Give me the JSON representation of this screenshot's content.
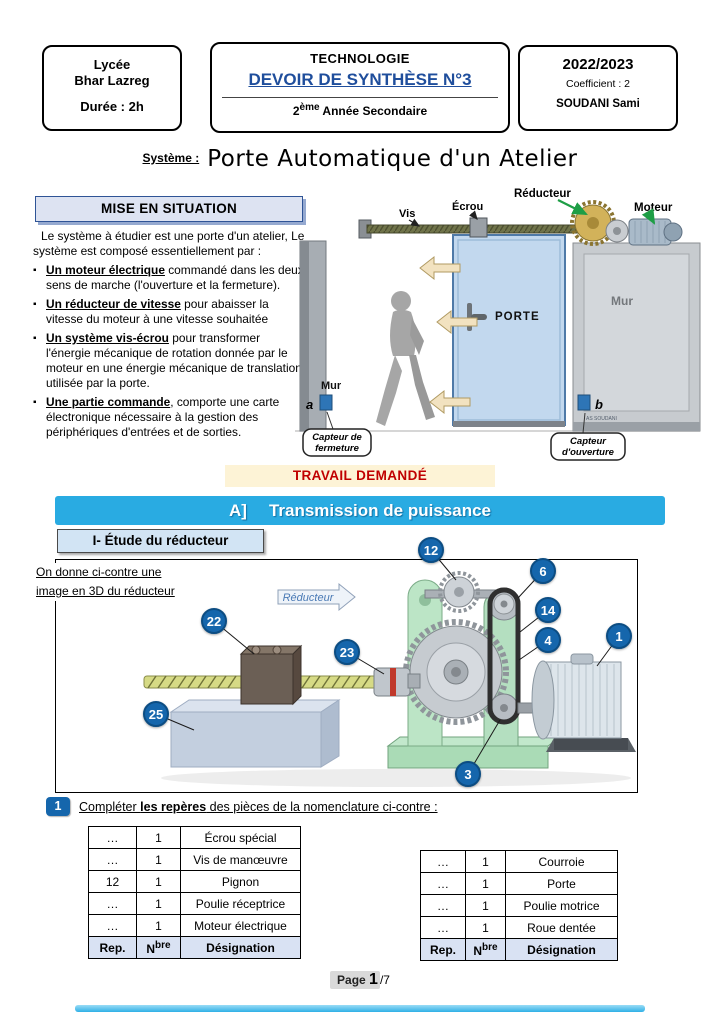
{
  "header": {
    "school": {
      "line1": "Lycée",
      "line2": "Bhar Lazreg",
      "duration": "Durée : 2h"
    },
    "subject": {
      "discipline": "TECHNOLOGIE",
      "title": "DEVOIR DE SYNTHÈSE N°3",
      "grade_pre": "2",
      "grade_sup": "ème",
      "grade_post": " Année Secondaire"
    },
    "meta": {
      "year": "2022/2023",
      "coefficient": "Coefficient : 2",
      "teacher": "SOUDANI Sami"
    }
  },
  "system_line": {
    "label": "Système :",
    "title": "Porte Automatique d'un Atelier"
  },
  "mise_en_situation": {
    "heading": "MISE EN SITUATION",
    "intro": "Le système à étudier est une porte d'un atelier, Le système est composé essentiellement par :",
    "bullets": [
      {
        "lead": "Un moteur électrique",
        "rest": " commandé dans les deux sens de marche (l'ouverture et la fermeture)."
      },
      {
        "lead": "Un réducteur de vitesse",
        "rest": " pour abaisser la vitesse du moteur à une vitesse souhaitée"
      },
      {
        "lead": "Un système vis-écrou",
        "rest": " pour transformer l'énergie mécanique de rotation donnée par le moteur en une énergie mécanique de translation utilisée par la porte."
      },
      {
        "lead": "Une partie commande",
        "rest": ", comporte une carte électronique nécessaire à la gestion des périphériques d'entrées et de sorties."
      }
    ]
  },
  "door_diagram": {
    "reducteur": "Réducteur",
    "vis": "Vis",
    "ecrou": "Écrou",
    "moteur": "Moteur",
    "porte": "PORTE",
    "mur_droit": "Mur",
    "mur_gauche": "Mur",
    "marker_a": "a",
    "marker_b": "b",
    "capteur_fermeture_l1": "Capteur de",
    "capteur_fermeture_l2": "fermeture",
    "capteur_ouverture_l1": "Capteur",
    "capteur_ouverture_l2": "d'ouverture",
    "watermark": "AS SOUDANI"
  },
  "travail_demande": "TRAVAIL DEMANDÉ",
  "section_a": {
    "prefix": "A]",
    "title": "Transmission de puissance"
  },
  "etude_reducteur": {
    "heading": "I- Étude du réducteur",
    "note_l1": "On donne ci-contre une",
    "note_l2": "image en 3D du réducteur",
    "fleche_label": "Réducteur",
    "callouts": [
      "12",
      "6",
      "14",
      "4",
      "1",
      "3",
      "22",
      "23",
      "25"
    ]
  },
  "question1": {
    "badge": "1",
    "pre": "Compléter ",
    "strong": "les repères",
    "post": " des pièces de la nomenclature ci-contre :"
  },
  "table_header": {
    "rep": "Rep.",
    "n": "N",
    "n_sup": "bre",
    "designation": "Désignation"
  },
  "tables": {
    "left": {
      "rows": [
        {
          "rep": "…",
          "nb": "1",
          "des": "Écrou spécial"
        },
        {
          "rep": "…",
          "nb": "1",
          "des": "Vis de manœuvre"
        },
        {
          "rep": "12",
          "nb": "1",
          "des": "Pignon"
        },
        {
          "rep": "…",
          "nb": "1",
          "des": "Poulie réceptrice"
        },
        {
          "rep": "…",
          "nb": "1",
          "des": "Moteur électrique"
        }
      ]
    },
    "right": {
      "rows": [
        {
          "rep": "…",
          "nb": "1",
          "des": "Courroie"
        },
        {
          "rep": "…",
          "nb": "1",
          "des": "Porte"
        },
        {
          "rep": "…",
          "nb": "1",
          "des": "Poulie motrice"
        },
        {
          "rep": "…",
          "nb": "1",
          "des": "Roue dentée"
        }
      ]
    }
  },
  "footer": {
    "label": "Page ",
    "page": "1",
    "of": "/7"
  }
}
